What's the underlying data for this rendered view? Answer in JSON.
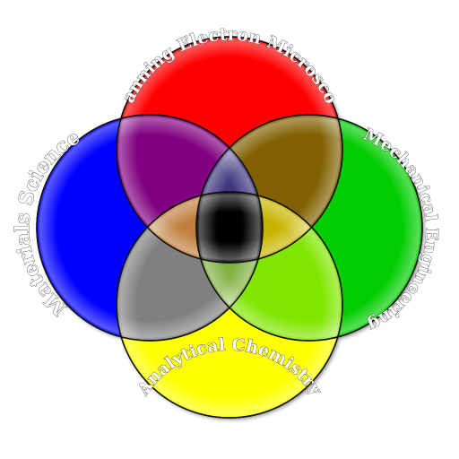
{
  "diagram": {
    "sets": [
      {
        "id": "top",
        "label": "Scanning Electron Microscopy",
        "color": "#ff0000"
      },
      {
        "id": "left",
        "label": "Materials Science",
        "color": "#0000ff"
      },
      {
        "id": "right",
        "label": "Mechanical Engineering",
        "color": "#00cc00"
      },
      {
        "id": "bottom",
        "label": "Analytical Chemistry",
        "color": "#ffff00"
      }
    ],
    "overlap_colors": {
      "top_left": "#800080",
      "top_right": "#806000",
      "left_bottom": "#808080",
      "right_bottom": "#80e600",
      "top_left_right": "#403880",
      "top_left_bottom": "#c08040",
      "top_right_bottom": "#c8b400",
      "left_right_bottom": "#80b040",
      "all": "#000000"
    }
  }
}
